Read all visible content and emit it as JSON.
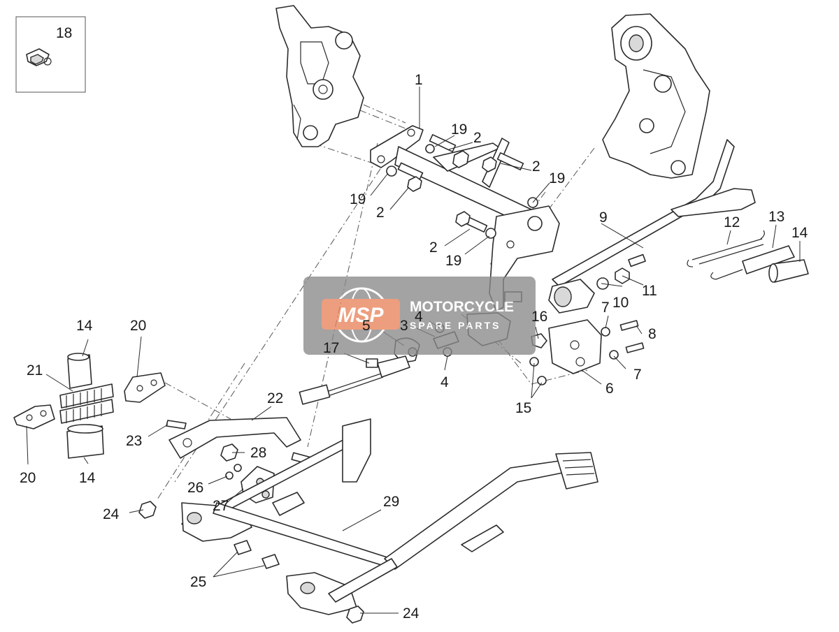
{
  "diagram": {
    "callouts": {
      "c1": "1",
      "c2a": "2",
      "c2b": "2",
      "c2c": "2",
      "c2d": "2",
      "c3": "3",
      "c4a": "4",
      "c4b": "4",
      "c5": "5",
      "c6": "6",
      "c7a": "7",
      "c7b": "7",
      "c8": "8",
      "c9": "9",
      "c10": "10",
      "c11": "11",
      "c12": "12",
      "c13": "13",
      "c14a": "14",
      "c14b": "14",
      "c14c": "14",
      "c15": "15",
      "c16": "16",
      "c17": "17",
      "c18": "18",
      "c19a": "19",
      "c19b": "19",
      "c19c": "19",
      "c19d": "19",
      "c20a": "20",
      "c20b": "20",
      "c21": "21",
      "c22": "22",
      "c23": "23",
      "c24a": "24",
      "c24b": "24",
      "c25": "25",
      "c26": "26",
      "c27": "27",
      "c28": "28",
      "c29": "29"
    }
  },
  "watermark": {
    "logo": "MSP",
    "line1": "MOTORCYCLE",
    "line2": "SPARE PARTS"
  },
  "colors": {
    "line": "#2b2b2b",
    "watermark_bg": "#8a8a8a",
    "watermark_logo": "#e8835a"
  }
}
